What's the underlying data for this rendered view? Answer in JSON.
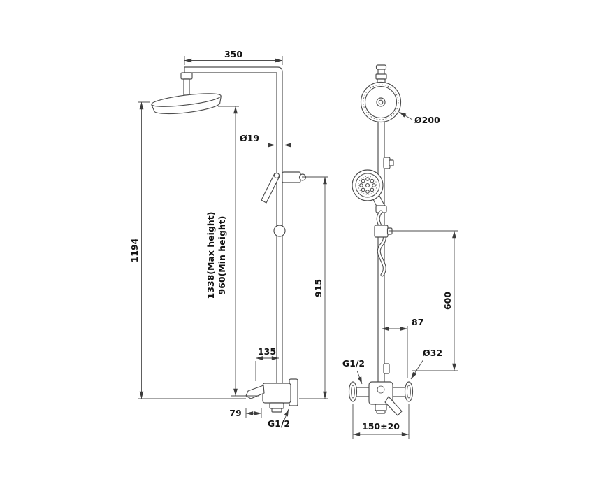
{
  "drawing": {
    "subject": "shower column technical drawing, two orthographic views",
    "line_color": "#4d4d4d",
    "text_color": "#141414",
    "background": "#ffffff"
  },
  "side_view": {
    "dim_arm_length": "350",
    "dim_pipe_diameter": "Ø19",
    "dim_overall_height": "1194",
    "dim_max_height": "1338(Max height)",
    "dim_min_height": "960(Min height)",
    "dim_riser_height": "915",
    "dim_offset": "135",
    "dim_depth": "79",
    "dim_thread": "G1/2"
  },
  "front_view": {
    "dim_head_diameter": "Ø200",
    "dim_rail_length": "600",
    "dim_offset": "87",
    "dim_escutcheon_diameter": "Ø32",
    "dim_thread": "G1/2",
    "dim_center_distance": "150±20"
  }
}
